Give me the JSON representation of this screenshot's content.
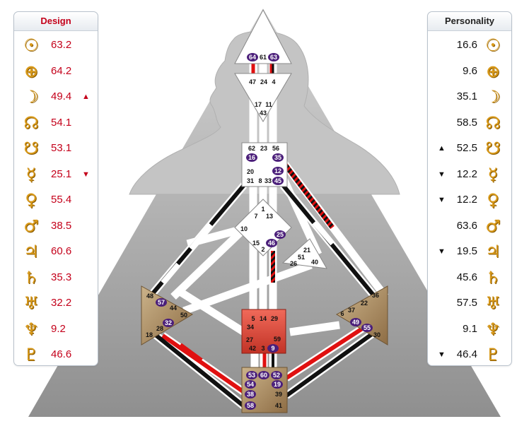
{
  "design": {
    "title": "Design",
    "rows": [
      {
        "icon": "sun-icon",
        "glyph": "☉",
        "value": "63.2",
        "arrow": ""
      },
      {
        "icon": "earth-icon",
        "glyph": "⊕",
        "value": "64.2",
        "arrow": ""
      },
      {
        "icon": "moon-icon",
        "glyph": "☽",
        "value": "49.4",
        "arrow": "▲"
      },
      {
        "icon": "north-node-icon",
        "glyph": "☊",
        "value": "54.1",
        "arrow": ""
      },
      {
        "icon": "south-node-icon",
        "glyph": "☋",
        "value": "53.1",
        "arrow": ""
      },
      {
        "icon": "mercury-icon",
        "glyph": "☿",
        "value": "25.1",
        "arrow": "▼"
      },
      {
        "icon": "venus-icon",
        "glyph": "♀",
        "value": "55.4",
        "arrow": ""
      },
      {
        "icon": "mars-icon",
        "glyph": "♂",
        "value": "38.5",
        "arrow": ""
      },
      {
        "icon": "jupiter-icon",
        "glyph": "♃",
        "value": "60.6",
        "arrow": ""
      },
      {
        "icon": "saturn-icon",
        "glyph": "♄",
        "value": "35.3",
        "arrow": ""
      },
      {
        "icon": "uranus-icon",
        "glyph": "♅",
        "value": "32.2",
        "arrow": ""
      },
      {
        "icon": "neptune-icon",
        "glyph": "♆",
        "value": "9.2",
        "arrow": ""
      },
      {
        "icon": "pluto-icon",
        "glyph": "♇",
        "value": "46.6",
        "arrow": ""
      }
    ]
  },
  "personality": {
    "title": "Personality",
    "rows": [
      {
        "icon": "sun-icon",
        "glyph": "☉",
        "value": "16.6",
        "arrow": ""
      },
      {
        "icon": "earth-icon",
        "glyph": "⊕",
        "value": "9.6",
        "arrow": ""
      },
      {
        "icon": "moon-icon",
        "glyph": "☽",
        "value": "35.1",
        "arrow": ""
      },
      {
        "icon": "north-node-icon",
        "glyph": "☊",
        "value": "58.5",
        "arrow": ""
      },
      {
        "icon": "south-node-icon",
        "glyph": "☋",
        "value": "52.5",
        "arrow": "▲"
      },
      {
        "icon": "mercury-icon",
        "glyph": "☿",
        "value": "12.2",
        "arrow": "▼"
      },
      {
        "icon": "venus-icon",
        "glyph": "♀",
        "value": "12.2",
        "arrow": "▼"
      },
      {
        "icon": "mars-icon",
        "glyph": "♂",
        "value": "63.6",
        "arrow": ""
      },
      {
        "icon": "jupiter-icon",
        "glyph": "♃",
        "value": "19.5",
        "arrow": "▼"
      },
      {
        "icon": "saturn-icon",
        "glyph": "♄",
        "value": "45.6",
        "arrow": ""
      },
      {
        "icon": "uranus-icon",
        "glyph": "♅",
        "value": "57.5",
        "arrow": ""
      },
      {
        "icon": "neptune-icon",
        "glyph": "♆",
        "value": "9.1",
        "arrow": ""
      },
      {
        "icon": "pluto-icon",
        "glyph": "♇",
        "value": "46.4",
        "arrow": "▼"
      }
    ]
  },
  "colors": {
    "design_red": "#c4001a",
    "gold": "#d99a1a",
    "gate_highlight": "#4b1f7a",
    "defined_center": "#d9473a",
    "motor_center": "#b08d5e",
    "channel_black": "#111111",
    "channel_red": "#e01010"
  },
  "gates": {
    "head": [
      "64",
      "61",
      "63"
    ],
    "ajna": [
      "47",
      "24",
      "4",
      "17",
      "11",
      "43"
    ],
    "throat": [
      "62",
      "23",
      "56",
      "16",
      "35",
      "20",
      "12",
      "31",
      "8",
      "33",
      "45"
    ],
    "g_center": [
      "1",
      "7",
      "13",
      "10",
      "25",
      "15",
      "46",
      "2"
    ],
    "heart": [
      "21",
      "51",
      "26",
      "40"
    ],
    "spleen": [
      "48",
      "57",
      "44",
      "50",
      "32",
      "28",
      "18"
    ],
    "sacral": [
      "5",
      "14",
      "29",
      "34",
      "27",
      "42",
      "3",
      "9",
      "59"
    ],
    "solar_plexus": [
      "36",
      "22",
      "6",
      "37",
      "49",
      "55",
      "30"
    ],
    "root": [
      "53",
      "60",
      "52",
      "54",
      "19",
      "38",
      "39",
      "58",
      "41"
    ]
  },
  "highlighted_gates": [
    "64",
    "63",
    "16",
    "35",
    "12",
    "45",
    "25",
    "46",
    "57",
    "32",
    "49",
    "55",
    "9",
    "53",
    "60",
    "52",
    "54",
    "19",
    "38",
    "58"
  ]
}
